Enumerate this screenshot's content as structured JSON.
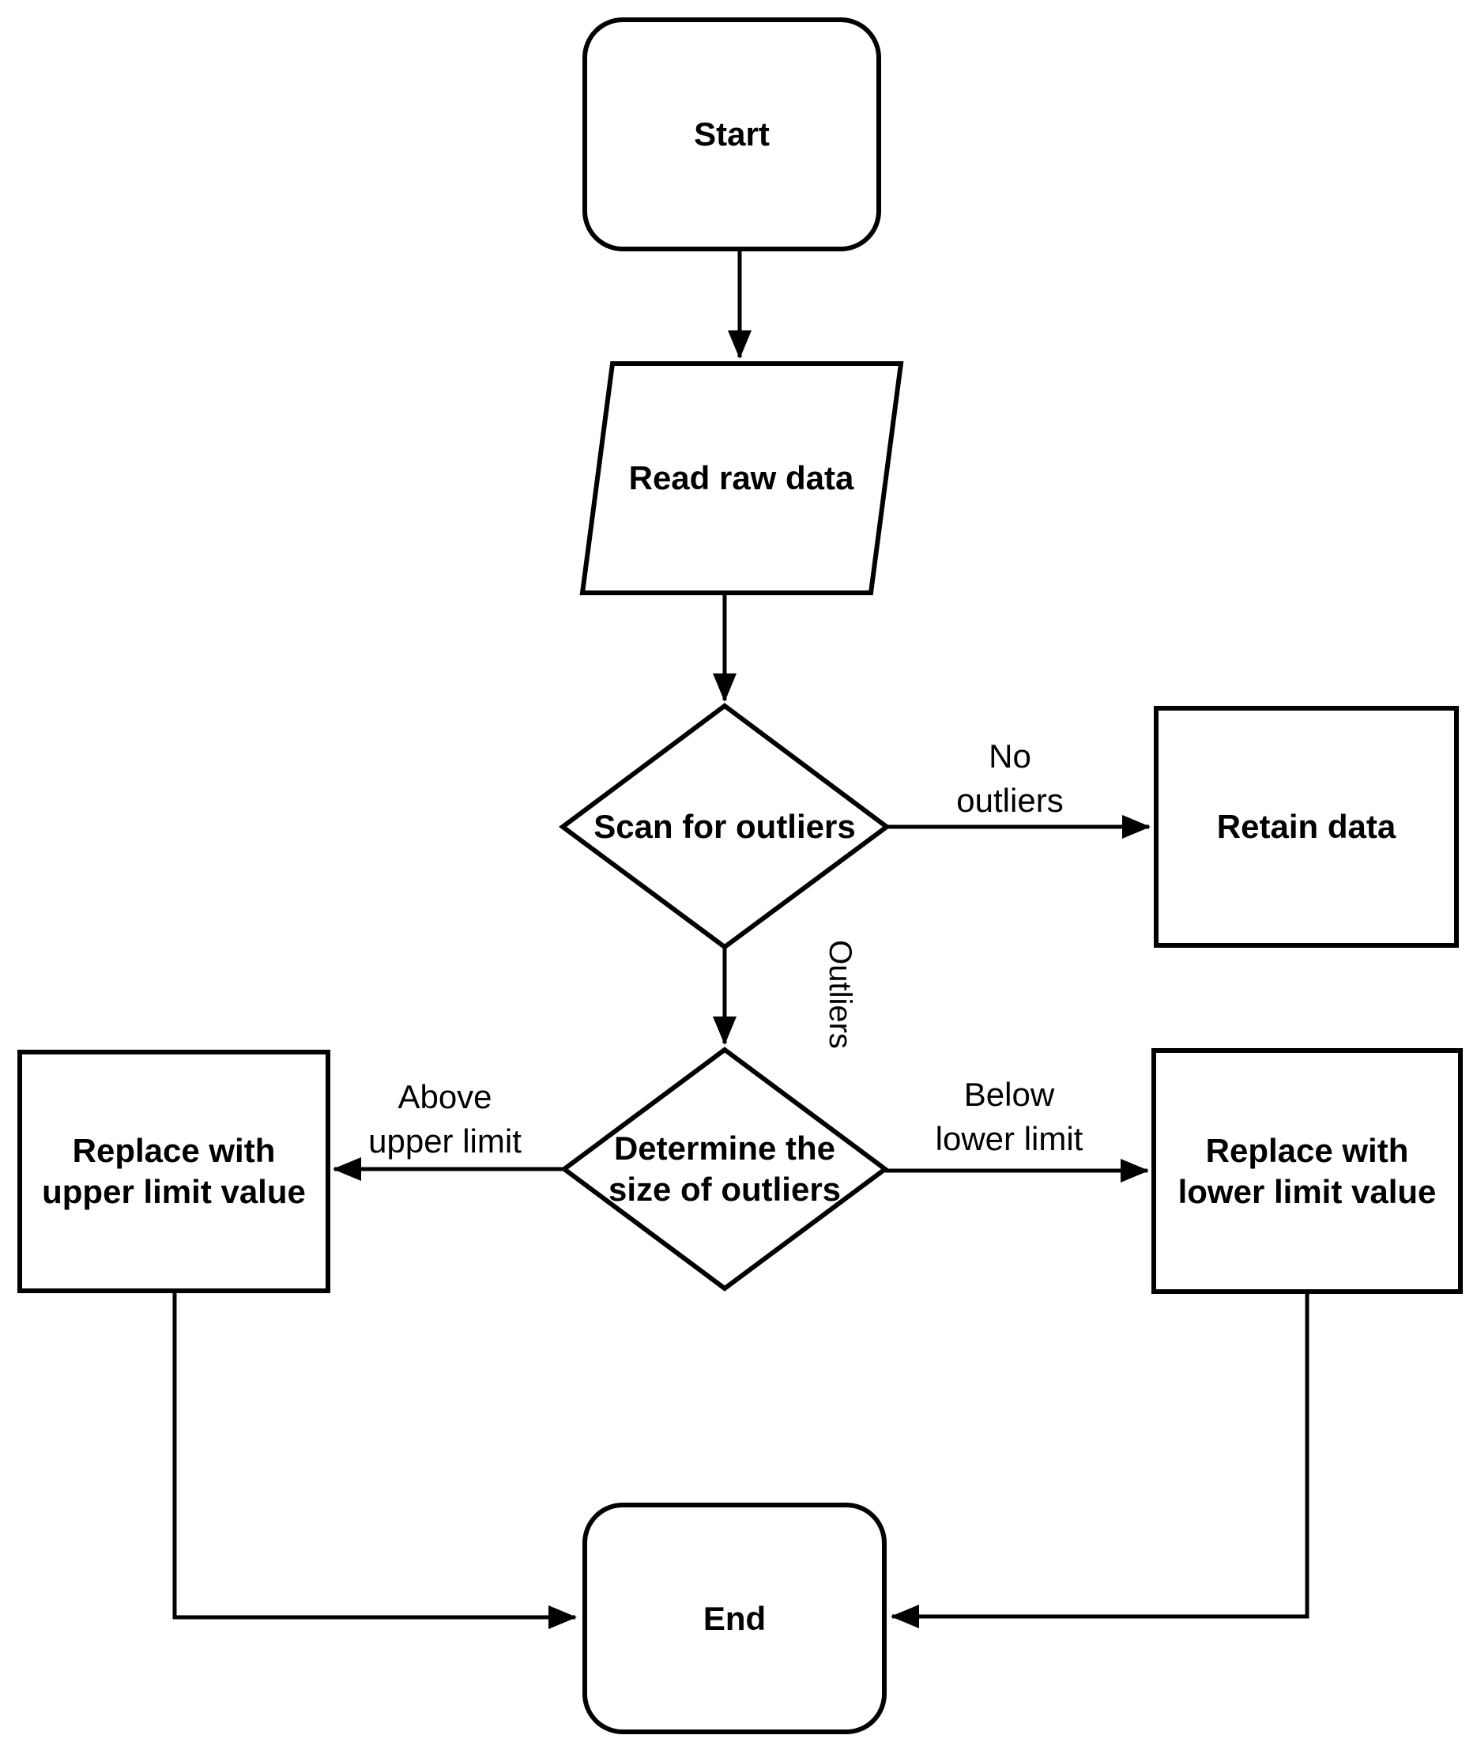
{
  "flowchart": {
    "nodes": {
      "start": {
        "label": "Start",
        "shape": "rounded-rectangle"
      },
      "read_raw_data": {
        "label": "Read raw data",
        "shape": "parallelogram"
      },
      "scan_for_outliers": {
        "label": "Scan for outliers",
        "shape": "diamond"
      },
      "retain_data": {
        "label": "Retain data",
        "shape": "rectangle"
      },
      "determine_size": {
        "line1": "Determine the",
        "line2": "size of outliers",
        "shape": "diamond"
      },
      "replace_upper": {
        "line1": "Replace with",
        "line2": "upper limit value",
        "shape": "rectangle"
      },
      "replace_lower": {
        "line1": "Replace with",
        "line2": "lower limit value",
        "shape": "rectangle"
      },
      "end": {
        "label": "End",
        "shape": "rounded-rectangle"
      }
    },
    "edge_labels": {
      "no_outliers": {
        "line1": "No",
        "line2": "outliers"
      },
      "outliers": {
        "label": "Outliers"
      },
      "above_upper": {
        "line1": "Above",
        "line2": "upper limit"
      },
      "below_lower": {
        "line1": "Below",
        "line2": "lower limit"
      }
    },
    "colors": {
      "line": "#000000",
      "shape_fill": "#ffffff",
      "text": "#000000",
      "background": "#ffffff"
    }
  }
}
